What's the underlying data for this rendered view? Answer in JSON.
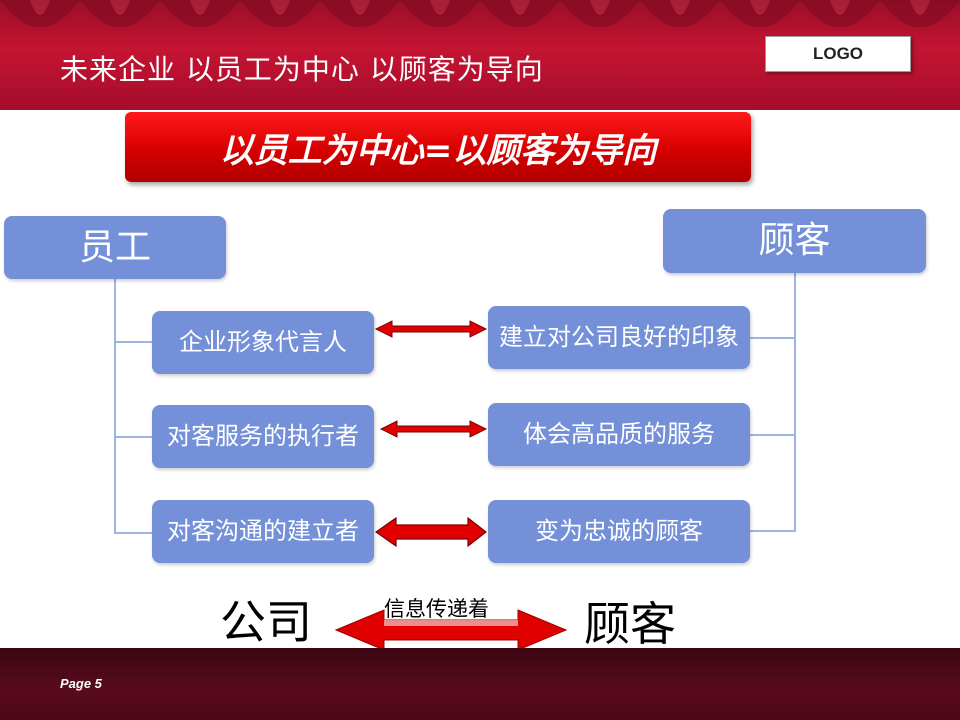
{
  "header": {
    "title": "未来企业  以员工为中心  以顾客为导向",
    "logo": "LOGO"
  },
  "banner": {
    "text": "以员工为中心=以顾客为导向"
  },
  "diagram": {
    "left_root": "员工",
    "right_root": "顾客",
    "left_items": [
      "企业形象代言人",
      "对客服务的执行者",
      "对客沟通的建立者"
    ],
    "right_items": [
      "建立对公司良好的印象",
      "体会高品质的服务",
      "变为忠诚的顾客"
    ]
  },
  "bottom_flow": {
    "left_word": "公司",
    "right_word": "顾客",
    "label": "信息传递着"
  },
  "footer": {
    "page": "Page  5"
  },
  "colors": {
    "node": "#7490d8",
    "arrow": "#e00000",
    "header": "#c41432"
  }
}
